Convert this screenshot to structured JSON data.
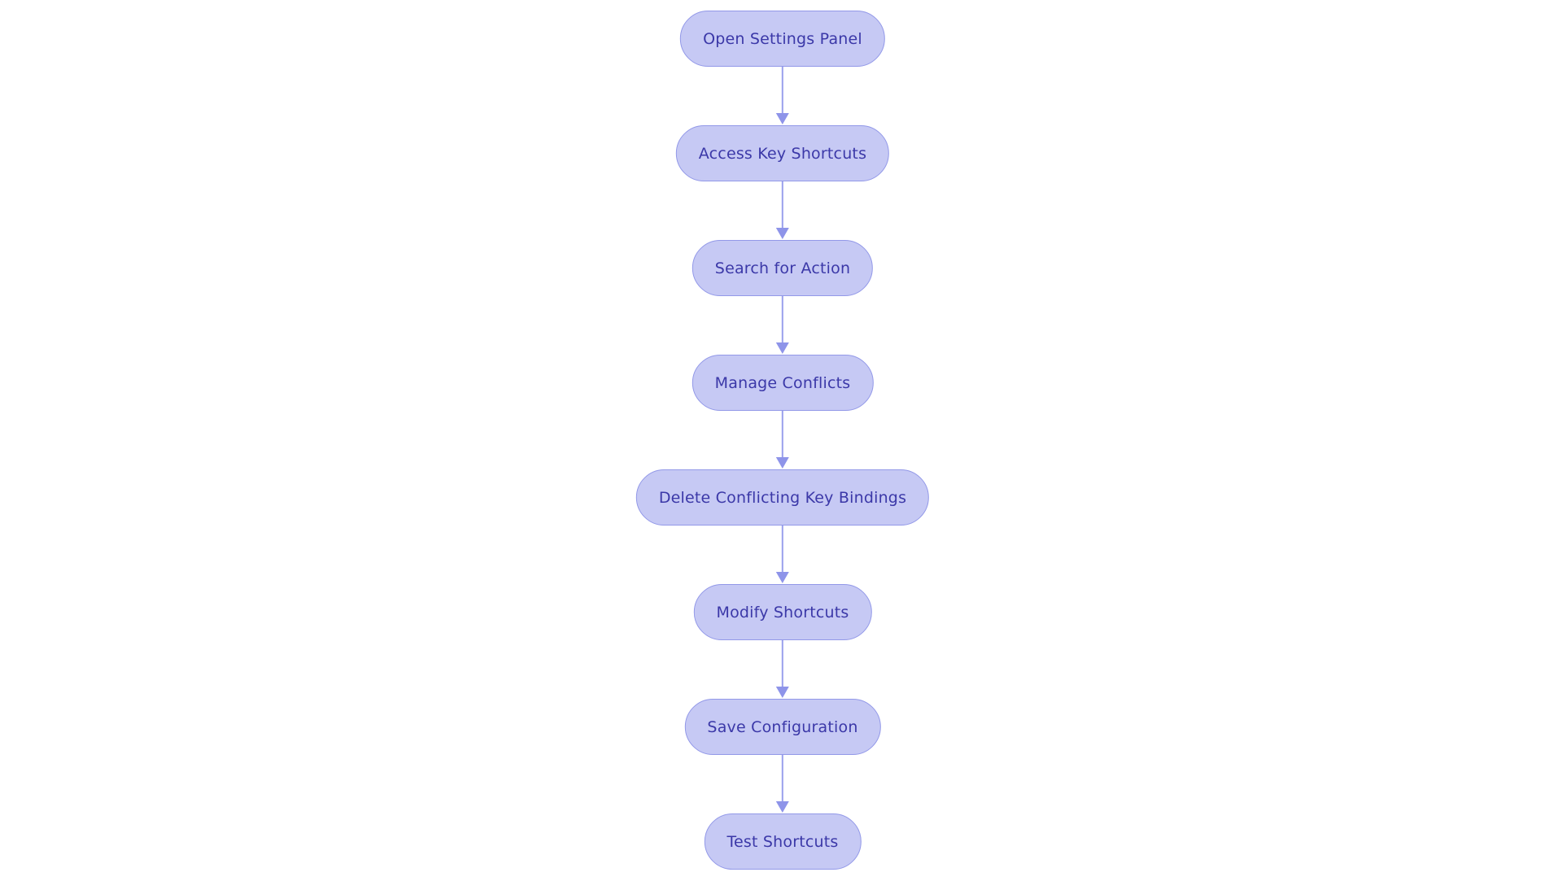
{
  "page": {
    "background_color": "#ffffff"
  },
  "flowchart": {
    "type": "flowchart",
    "direction": "top-down",
    "style": {
      "node_fill": "#c6c9f4",
      "node_border": "#9298e8",
      "node_text": "#3b38a8",
      "arrow_line": "#9aa0ec",
      "arrow_head": "#8e94e9"
    },
    "nodes": [
      {
        "label": "Open Settings Panel"
      },
      {
        "label": "Access Key Shortcuts"
      },
      {
        "label": "Search for Action"
      },
      {
        "label": "Manage Conflicts"
      },
      {
        "label": "Delete Conflicting Key Bindings"
      },
      {
        "label": "Modify Shortcuts"
      },
      {
        "label": "Save Configuration"
      },
      {
        "label": "Test Shortcuts"
      }
    ],
    "edges": [
      {
        "from": 0,
        "to": 1
      },
      {
        "from": 1,
        "to": 2
      },
      {
        "from": 2,
        "to": 3
      },
      {
        "from": 3,
        "to": 4
      },
      {
        "from": 4,
        "to": 5
      },
      {
        "from": 5,
        "to": 6
      },
      {
        "from": 6,
        "to": 7
      }
    ]
  }
}
